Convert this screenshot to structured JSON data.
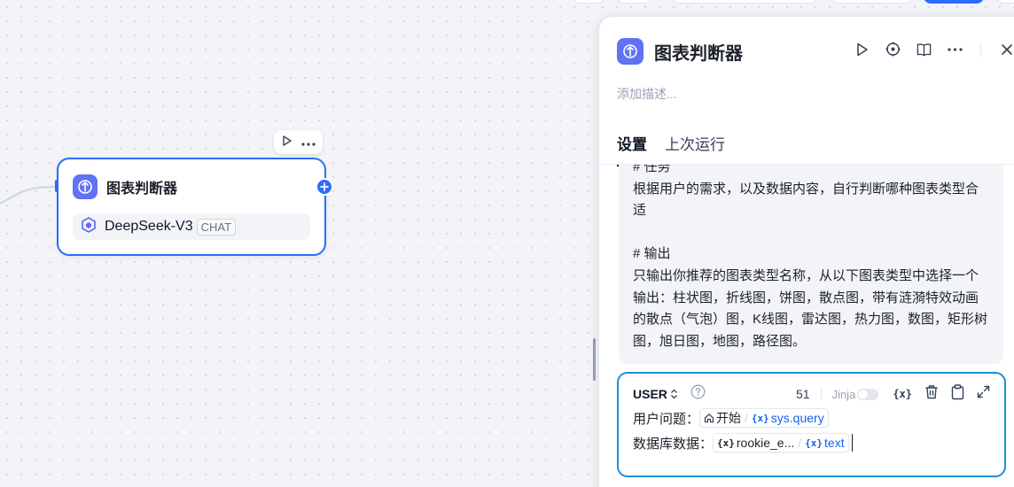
{
  "node": {
    "title": "图表判断器",
    "model_name": "DeepSeek-V3",
    "model_tag": "CHAT"
  },
  "panel": {
    "title": "图表判断器",
    "description_placeholder": "添加描述...",
    "tabs": [
      {
        "label": "设置",
        "active": true
      },
      {
        "label": "上次运行",
        "active": false
      }
    ],
    "system_prompt": "# 任务\n根据用户的需求，以及数据内容，自行判断哪种图表类型合适\n\n# 输出\n只输出你推荐的图表类型名称，从以下图表类型中选择一个输出：柱状图，折线图，饼图，散点图，带有涟漪特效动画的散点（气泡）图，K线图，雷达图，热力图，数图，矩形树图，旭日图，地图，路径图。",
    "user_message": {
      "role": "USER",
      "char_count": "51",
      "jinja_label": "Jinja",
      "line1_label": "用户问题：",
      "line1_node": "开始",
      "line1_var": "sys.query",
      "line2_label": "数据库数据：",
      "line2_node": "rookie_e...",
      "line2_var": "text"
    }
  },
  "colors": {
    "accent": "#296dff",
    "app_icon": "#6172f3",
    "focus_border": "#1a91d6",
    "variable_blue": "#155eef"
  }
}
